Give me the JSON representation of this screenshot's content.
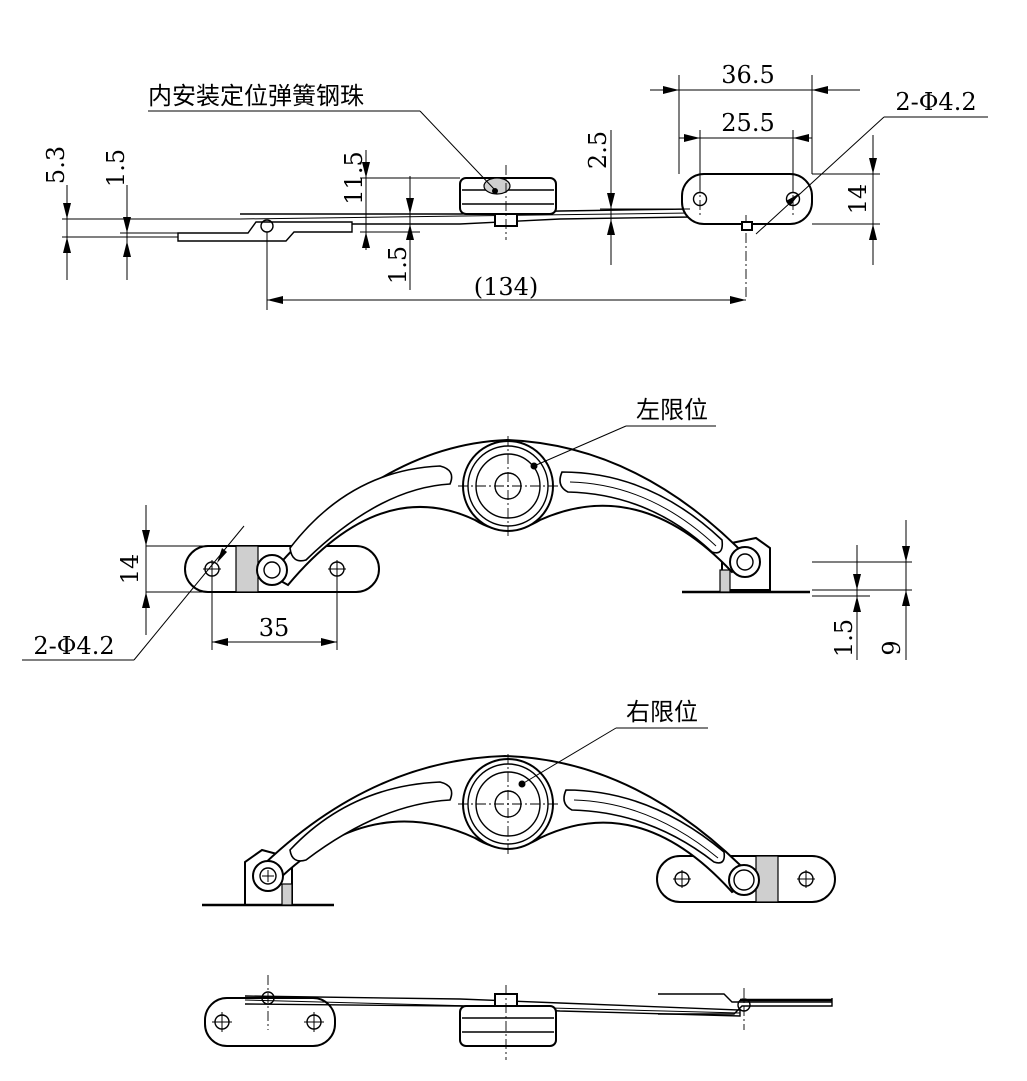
{
  "labels": {
    "spring_ball_note": "内安装定位弹簧钢珠",
    "left_limit": "左限位",
    "right_limit": "右限位"
  },
  "dimensions": {
    "top_view": {
      "d_5_3": "5.3",
      "d_1_5_left": "1.5",
      "d_11_5": "11.5",
      "d_1_5_mid": "1.5",
      "d_2_5": "2.5",
      "d_134": "(134)",
      "d_36_5": "36.5",
      "d_25_5": "25.5",
      "d_14": "14",
      "hole_callout": "2-Φ4.2"
    },
    "left_view": {
      "d_14": "14",
      "d_35": "35",
      "hole_callout": "2-Φ4.2",
      "d_1_5": "1.5",
      "d_9": "9"
    }
  }
}
